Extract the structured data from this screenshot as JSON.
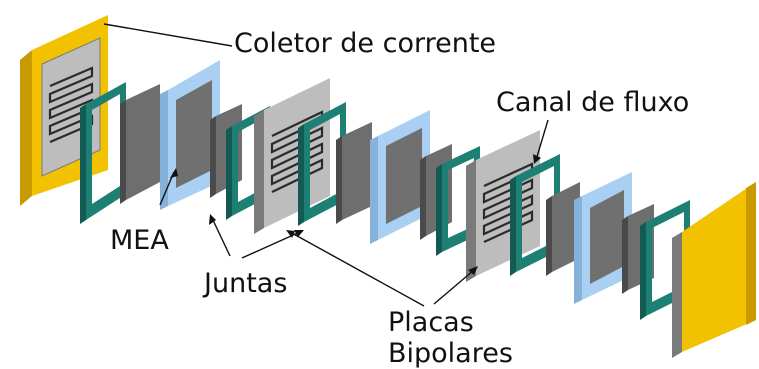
{
  "labels": {
    "collector": "Coletor de corrente",
    "flow_channel": "Canal de fluxo",
    "mea": "MEA",
    "gaskets": "Juntas",
    "bipolar_line1": "Placas",
    "bipolar_line2": "Bipolares"
  },
  "colors": {
    "collector": "#F2C200",
    "collector_edge": "#C99A00",
    "gasket": "#1E7F73",
    "gasket_side": "#125A52",
    "mesh": "#6E6E6E",
    "mesh_side": "#4A4A4A",
    "membrane_frame": "#A9CFF2",
    "membrane_inner": "#707070",
    "bipolar": "#BDBDBD",
    "bipolar_side": "#7A7A7A",
    "groove": "#2B2B2B",
    "leader": "#111111"
  }
}
